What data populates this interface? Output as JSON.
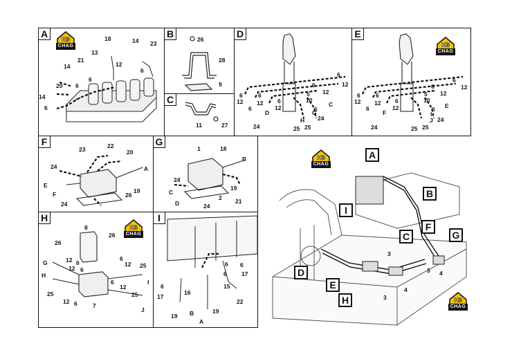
{
  "brand": {
    "logo_text": "CHAG",
    "logo_letters": "H3"
  },
  "panels": {
    "A": {
      "letter": "A",
      "labels": [
        "18",
        "14",
        "13",
        "23",
        "12",
        "6",
        "14",
        "21",
        "6",
        "20",
        "6",
        "14",
        "6"
      ]
    },
    "B": {
      "letter": "B",
      "labels": [
        "26",
        "28",
        "9"
      ]
    },
    "C": {
      "letter": "C",
      "labels": [
        "11",
        "27"
      ]
    },
    "D": {
      "letter": "D",
      "labels": [
        "6",
        "12",
        "6",
        "12",
        "6",
        "6",
        "12",
        "5",
        "6",
        "12",
        "10",
        "6",
        "12",
        "6",
        "C",
        "D",
        "24",
        "25",
        "H",
        "G",
        "25",
        "24"
      ]
    },
    "E": {
      "letter": "E",
      "labels": [
        "6",
        "12",
        "6",
        "12",
        "6",
        "6",
        "12",
        "5",
        "6",
        "12",
        "10",
        "6",
        "12",
        "6",
        "E",
        "F",
        "24",
        "25",
        "I",
        "J",
        "25",
        "24"
      ]
    },
    "F": {
      "letter": "F",
      "labels": [
        "23",
        "22",
        "20",
        "24",
        "A",
        "E",
        "19",
        "F",
        "24",
        "26"
      ]
    },
    "G": {
      "letter": "G",
      "labels": [
        "1",
        "18",
        "B",
        "24",
        "C",
        "19",
        "D",
        "24",
        "2",
        "21"
      ]
    },
    "H": {
      "letter": "H",
      "labels": [
        "8",
        "26",
        "26",
        "G",
        "12",
        "6",
        "6",
        "12",
        "25",
        "6",
        "12",
        "I",
        "H",
        "25",
        "12",
        "6",
        "6",
        "12",
        "25",
        "7",
        "J"
      ]
    },
    "I": {
      "letter": "I",
      "labels": [
        "6",
        "6",
        "6",
        "16",
        "15",
        "17",
        "17",
        "6",
        "22",
        "19",
        "B",
        "19",
        "A"
      ]
    }
  },
  "overview": {
    "callouts": [
      "A",
      "B",
      "I",
      "C",
      "F",
      "G",
      "D",
      "E",
      "H"
    ],
    "labels": [
      "3",
      "3",
      "3",
      "4",
      "4"
    ]
  }
}
